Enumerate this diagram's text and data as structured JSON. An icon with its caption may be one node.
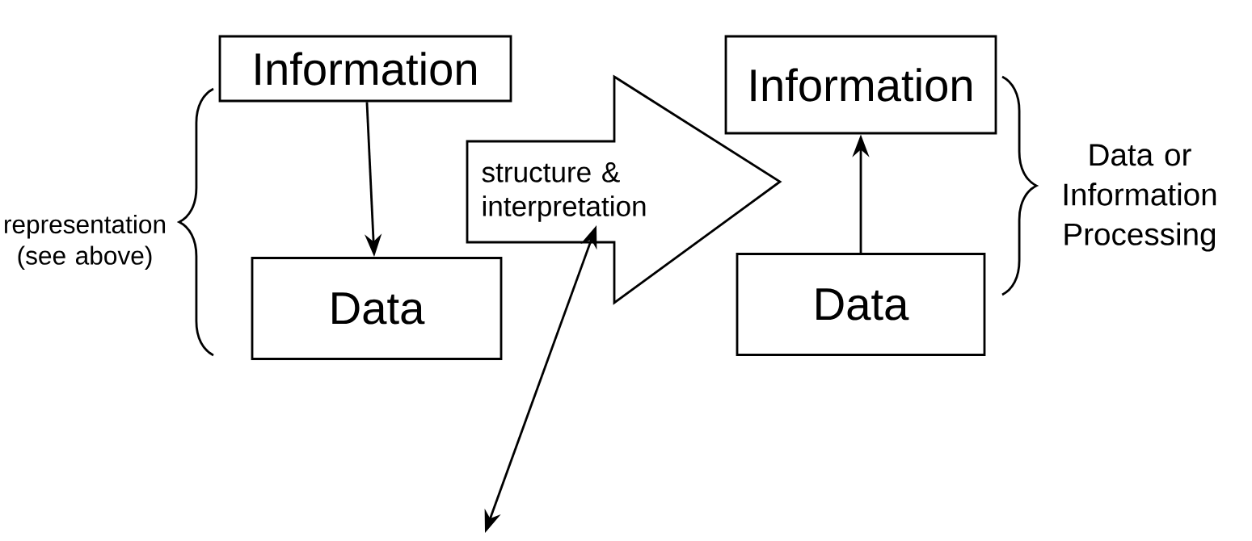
{
  "diagram": {
    "nodes": [
      {
        "text": [
          "Information"
        ]
      },
      {
        "text": [
          "Data"
        ]
      },
      {
        "text": [
          "structure & interpretation"
        ]
      },
      {
        "text": [
          "Information"
        ]
      },
      {
        "text": [
          "Data"
        ]
      }
    ],
    "edges": [
      {
        "from": 0,
        "to": 1,
        "arrow": "to"
      },
      {
        "from": 4,
        "to": 3,
        "arrow": "to"
      },
      {
        "from": null,
        "to": 2,
        "arrow": "both"
      }
    ],
    "labels": [
      "representation (see above)",
      "Data or Information Processing"
    ]
  }
}
